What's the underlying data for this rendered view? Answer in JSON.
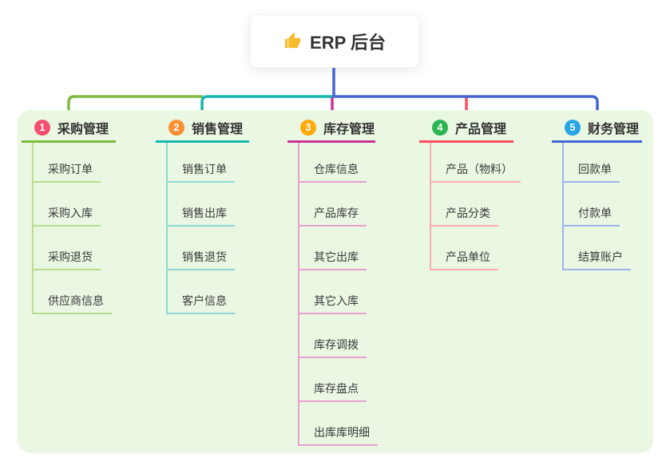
{
  "root": {
    "label": "ERP 后台",
    "icon": "thumbs-up-icon",
    "icon_color": "#f6bb2e"
  },
  "branches": [
    {
      "index": "1",
      "label": "采购管理",
      "color": "#7dbb40",
      "light": "#b9dc92",
      "badge": "#f4506e",
      "children": [
        "采购订单",
        "采购入库",
        "采购退货",
        "供应商信息"
      ]
    },
    {
      "index": "2",
      "label": "销售管理",
      "color": "#14b8ae",
      "light": "#8ed9d3",
      "badge": "#fb8f33",
      "children": [
        "销售订单",
        "销售出库",
        "销售退货",
        "客户信息"
      ]
    },
    {
      "index": "3",
      "label": "库存管理",
      "color": "#cb3296",
      "light": "#e9a0cf",
      "badge": "#ffaa0d",
      "children": [
        "仓库信息",
        "产品库存",
        "其它出库",
        "其它入库",
        "库存调拨",
        "库存盘点",
        "出库库明细"
      ]
    },
    {
      "index": "4",
      "label": "产品管理",
      "color": "#fa4f5f",
      "light": "#fcabb4",
      "badge": "#2eb553",
      "children": [
        "产品（物料）",
        "产品分类",
        "产品单位"
      ]
    },
    {
      "index": "5",
      "label": "财务管理",
      "color": "#4565d6",
      "light": "#9db4ea",
      "badge": "#29a4e5",
      "children": [
        "回款单",
        "付款单",
        "结算账户"
      ]
    }
  ],
  "colors": {
    "page_bg": "#ffffff",
    "panel_bg": "#eaf7e3",
    "text": "#333333",
    "root_connector": "#4565d6"
  }
}
